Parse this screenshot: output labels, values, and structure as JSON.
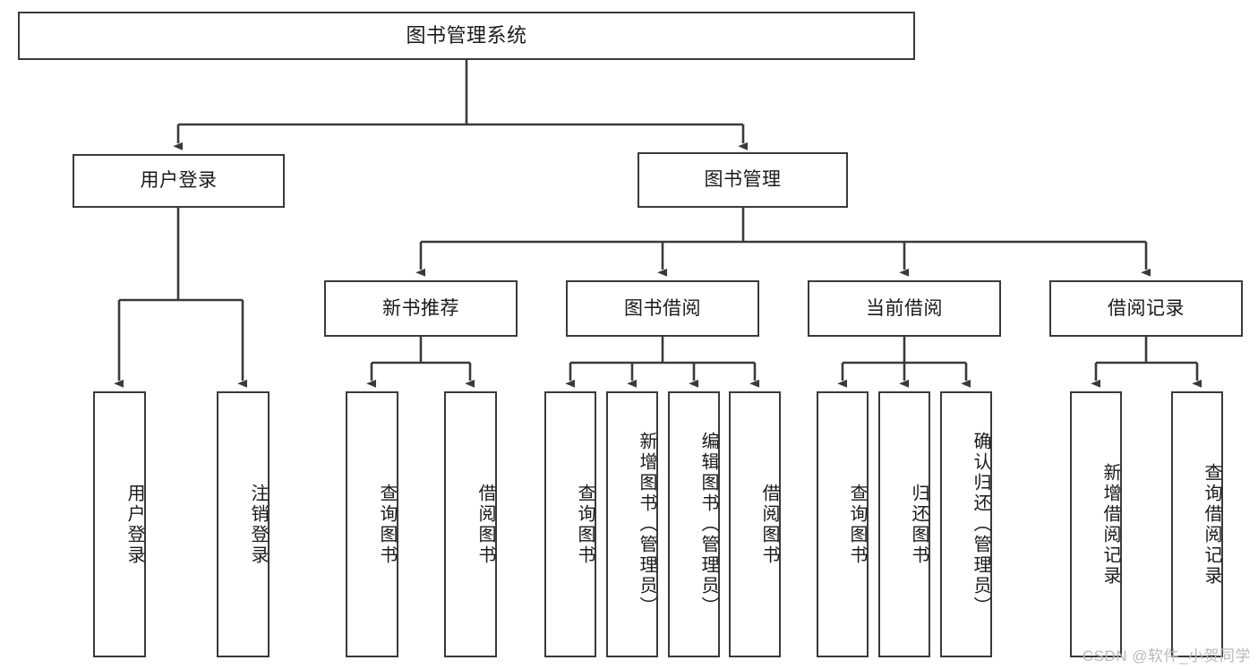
{
  "diagram": {
    "title": "图书管理系统",
    "type": "tree-hierarchy-chart",
    "stroke_color": "#3a3a3a",
    "background_color": "#ffffff",
    "text_color": "#1a1a1a"
  },
  "root": {
    "label": "图书管理系统"
  },
  "level2": [
    {
      "label": "用户登录"
    },
    {
      "label": "图书管理"
    }
  ],
  "level3": [
    {
      "label": "新书推荐"
    },
    {
      "label": "图书借阅"
    },
    {
      "label": "当前借阅"
    },
    {
      "label": "借阅记录"
    }
  ],
  "leaves": {
    "user_login": [
      {
        "label": "用户登录"
      },
      {
        "label": "注销登录"
      }
    ],
    "new_book_recommend": [
      {
        "label": "查询图书"
      },
      {
        "label": "借阅图书"
      }
    ],
    "book_borrow": [
      {
        "label": "查询图书"
      },
      {
        "label": "新增图书（管理员）"
      },
      {
        "label": "编辑图书（管理员）"
      },
      {
        "label": "借阅图书"
      }
    ],
    "current_borrow": [
      {
        "label": "查询图书"
      },
      {
        "label": "归还图书"
      },
      {
        "label": "确认归还（管理员）"
      }
    ],
    "borrow_record": [
      {
        "label": "新增借阅记录"
      },
      {
        "label": "查询借阅记录"
      }
    ]
  },
  "watermark": {
    "text": "CSDN @软件_小贺同学"
  }
}
